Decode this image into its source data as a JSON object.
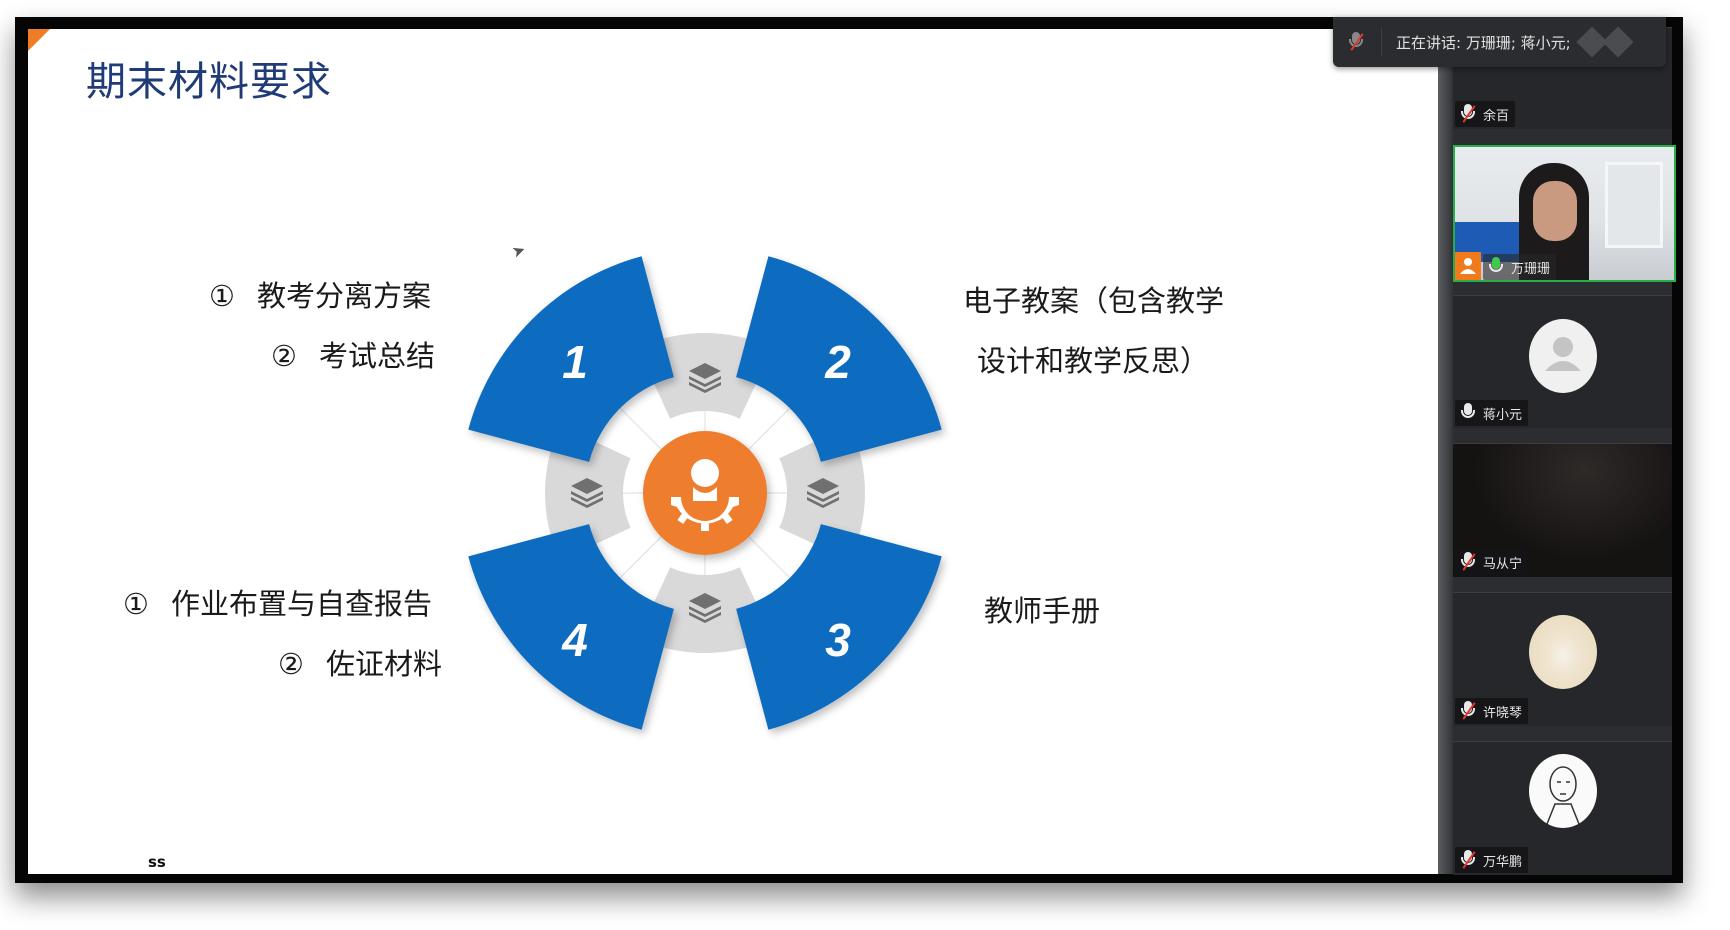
{
  "slide": {
    "title": "期末材料要求",
    "page_marker": "ss",
    "items": [
      {
        "number": "1",
        "lines": [
          {
            "num": "①",
            "text": "教考分离方案"
          },
          {
            "num": "②",
            "text": "考试总结"
          }
        ]
      },
      {
        "number": "2",
        "lines": [
          {
            "text": "电子教案（包含教学"
          },
          {
            "text": "设计和教学反思）"
          }
        ]
      },
      {
        "number": "3",
        "lines": [
          {
            "text": "教师手册"
          }
        ]
      },
      {
        "number": "4",
        "lines": [
          {
            "num": "①",
            "text": "作业布置与自查报告"
          },
          {
            "num": "②",
            "text": "佐证材料"
          }
        ]
      }
    ],
    "center_icon": "engineer-gear-icon",
    "segment_icon": "layers-icon"
  },
  "colors": {
    "title": "#1f3b78",
    "blue_segment": "#0a6cc0",
    "gray_segment": "#d8d8d8",
    "center": "#ee7d2f",
    "corner_accent": "#ee7d28",
    "active_speaker_border": "#27b04a"
  },
  "meeting": {
    "speaking_label": "正在讲话: 万珊珊; 蒋小元;",
    "participants": [
      {
        "name": "余百",
        "mic": "muted",
        "video": "avatar-photo"
      },
      {
        "name": "万珊珊",
        "mic": "active",
        "video": "camera",
        "host": true
      },
      {
        "name": "蒋小元",
        "mic": "on",
        "video": "default-avatar"
      },
      {
        "name": "马从宁",
        "mic": "muted",
        "video": "dark-camera"
      },
      {
        "name": "许晓琴",
        "mic": "muted",
        "video": "cat-avatar"
      },
      {
        "name": "万华鹏",
        "mic": "muted",
        "video": "sketch-avatar"
      }
    ]
  }
}
